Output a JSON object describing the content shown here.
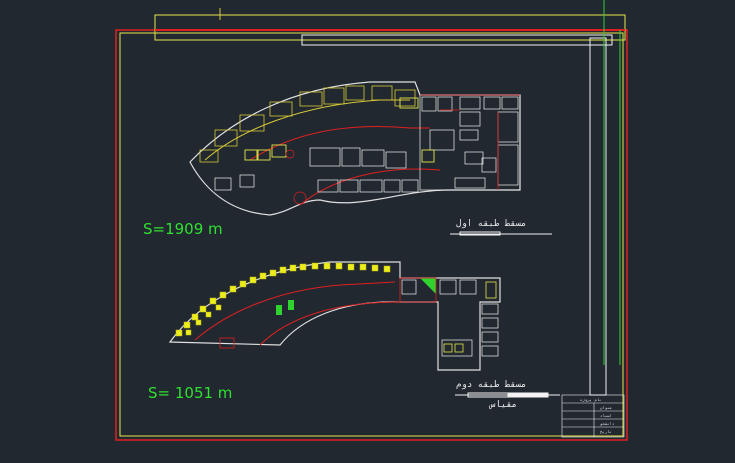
{
  "drawing": {
    "colors": {
      "background": "#212830",
      "frame_red": "#e02020",
      "frame_yellow": "#e6e64a",
      "wall_white": "#f2f2f2",
      "wall_yellow": "#d8c838",
      "green": "#2fd22f",
      "outer_wall": "#e0e0e0"
    },
    "upper_plan": {
      "area_label": "S=1909 m",
      "caption": "ﻣﺴﻘﻂ ﻃﺒﻘﻪ ﺍﻭﻝ"
    },
    "lower_plan": {
      "area_label": "S= 1051 m",
      "caption": "ﻣﺴﻘﻂ ﻃﺒﻘﻪ ﺩﻭﻡ",
      "subcaption": "ﻣﻘﻴﺎﺱ"
    },
    "title_block": {
      "rows": [
        "ﻧﺎﻡ ﭘﺮﻭﮊﻩ",
        "ﻋﻨﻮﺍﻥ",
        "ﺍﺳﺘﺎﺩ",
        "ﺩﺍﻧﺸﺠﻮ",
        "ﺗﺎﺭﻳﺦ"
      ]
    }
  }
}
